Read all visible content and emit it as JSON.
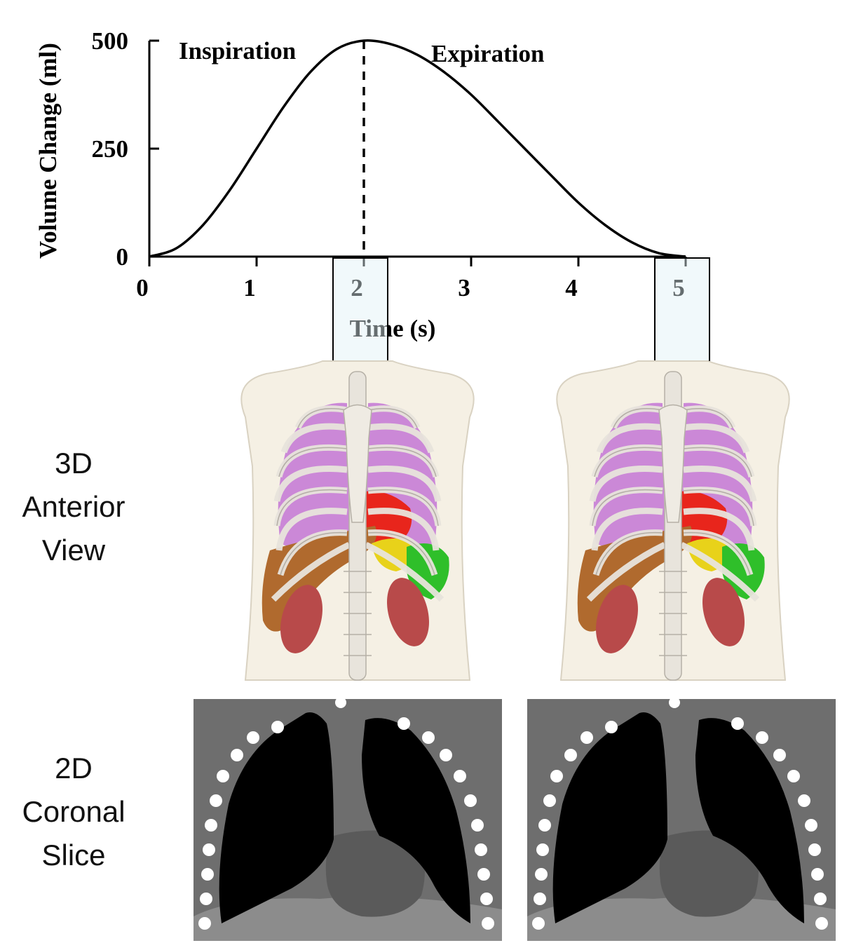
{
  "chart_data": {
    "type": "line",
    "xlabel": "Time (s)",
    "ylabel": "Volume Change (ml)",
    "xlim": [
      0,
      5
    ],
    "ylim": [
      0,
      500
    ],
    "xticks": [
      "0",
      "1",
      "2",
      "3",
      "4",
      "5"
    ],
    "yticks": [
      "0",
      "250",
      "500"
    ],
    "annotations": [
      "Inspiration",
      "Expiration"
    ],
    "series": [
      {
        "x": [
          0,
          0.25,
          0.5,
          0.75,
          1.0,
          1.25,
          1.5,
          1.75,
          2.0,
          2.25,
          2.5,
          2.75,
          3.0,
          3.25,
          3.5,
          3.75,
          4.0,
          4.25,
          4.5,
          4.75,
          5.0
        ],
        "y": [
          0,
          19,
          73,
          154,
          250,
          346,
          427,
          481,
          500,
          492,
          467,
          427,
          375,
          313,
          250,
          187,
          125,
          73,
          33,
          8,
          0
        ]
      }
    ],
    "marker_lines": [
      {
        "x": 2,
        "style": "dashed"
      }
    ],
    "highlighted_times": [
      2,
      5
    ]
  },
  "row_labels": {
    "view_3d": [
      "3D",
      "Anterior",
      "View"
    ],
    "slice_2d": [
      "2D",
      "Coronal",
      "Slice"
    ]
  },
  "colors": {
    "lung": "#c77fd6",
    "heart": "#e8251c",
    "liver": "#b06a2e",
    "stomach": "#e8d21a",
    "spleen": "#2fbf2a",
    "kidney": "#b84a4a",
    "bone": "#e8e4dc",
    "body": "#f5f0e4",
    "slice_background": "#6e6e6e",
    "slice_lung": "#000000",
    "slice_heart": "#5a5a5a",
    "slice_abdomen": "#8c8c8c"
  }
}
